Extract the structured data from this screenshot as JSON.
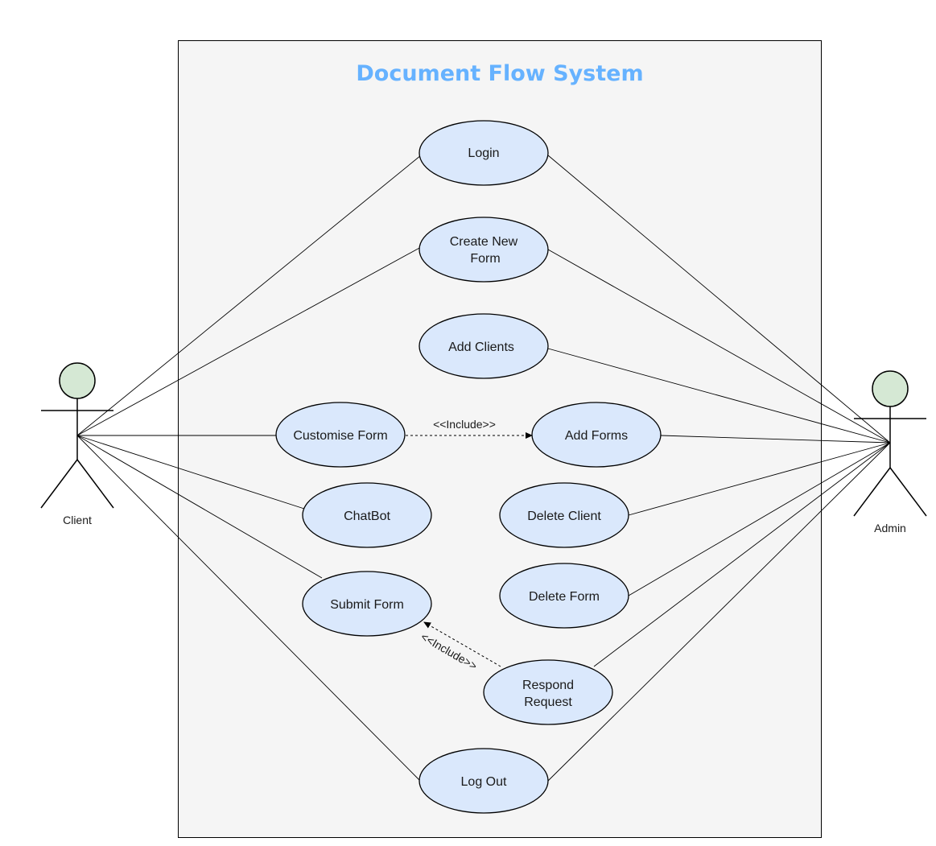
{
  "system": {
    "title": "Document Flow System"
  },
  "actors": {
    "client": {
      "label": "Client"
    },
    "admin": {
      "label": "Admin"
    }
  },
  "use_cases": {
    "login": {
      "lines": [
        "Login"
      ]
    },
    "create_new_form": {
      "lines": [
        "Create New",
        "Form"
      ]
    },
    "add_clients": {
      "lines": [
        "Add Clients"
      ]
    },
    "customise_form": {
      "lines": [
        "Customise Form"
      ]
    },
    "add_forms": {
      "lines": [
        "Add Forms"
      ]
    },
    "chatbot": {
      "lines": [
        "ChatBot"
      ]
    },
    "delete_client": {
      "lines": [
        "Delete Client"
      ]
    },
    "submit_form": {
      "lines": [
        "Submit Form"
      ]
    },
    "delete_form": {
      "lines": [
        "Delete Form"
      ]
    },
    "respond_request": {
      "lines": [
        "Respond",
        "Request"
      ]
    },
    "log_out": {
      "lines": [
        "Log Out"
      ]
    }
  },
  "relations": {
    "include_customise_add_forms": "<<Include>>",
    "include_respond_submit": "<<Include>>"
  },
  "colors": {
    "title": "#66b2ff",
    "use_case_fill": "#dae8fc",
    "actor_head_fill": "#d5e8d4",
    "system_fill": "#f5f5f5",
    "stroke": "#000000"
  }
}
